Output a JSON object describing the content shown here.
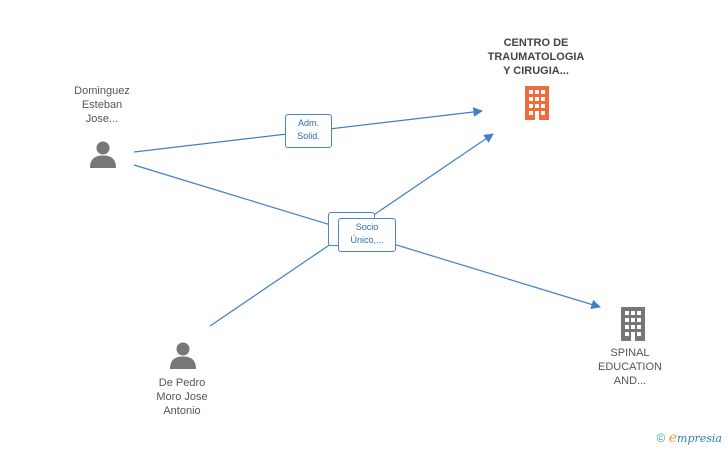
{
  "colors": {
    "edge": "#3f80c8",
    "company_highlight": "#f06a3a",
    "company": "#777777",
    "person": "#777777"
  },
  "nodes": {
    "person_dominguez": {
      "label": "Dominguez\nEsteban\nJose...",
      "icon": "person-icon"
    },
    "person_depedro": {
      "label": "De Pedro\nMoro Jose\nAntonio",
      "icon": "person-icon"
    },
    "company_centro": {
      "label": "CENTRO DE\nTRAUMATOLOGIA\nY CIRUGIA...",
      "icon": "building-icon"
    },
    "company_spinal": {
      "label": "SPINAL\nEDUCATION\nAND...",
      "icon": "building-icon"
    }
  },
  "edges": {
    "adm_label": "Adm.\nSolid.",
    "socio_label": "Socio\nÚnico,..."
  },
  "watermark": {
    "copyright": "©",
    "brand_initial": "e",
    "brand_rest": "mpresia"
  }
}
